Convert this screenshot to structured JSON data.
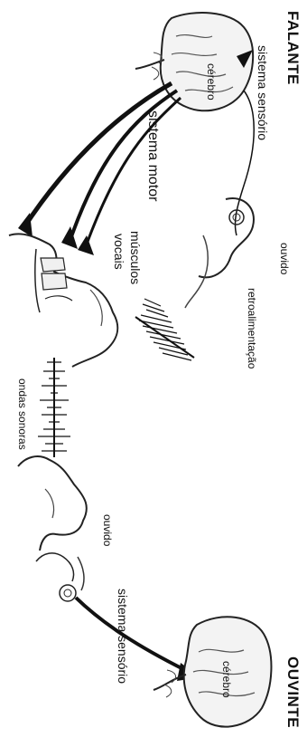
{
  "labels": {
    "speaker": "FALANTE",
    "listener": "OUVINTE",
    "brain_top": "cérebro",
    "brain_bottom": "cérebro",
    "sensory_top": "sistema sensório",
    "sensory_bottom": "sistema sensório",
    "motor": "sistema motor",
    "muscles_line1": "músculos",
    "muscles_line2": "vocais",
    "ear_top": "ouvido",
    "ear_bottom": "ouvido",
    "feedback": "retroalimentação",
    "sound_waves": "ondas sonoras"
  }
}
